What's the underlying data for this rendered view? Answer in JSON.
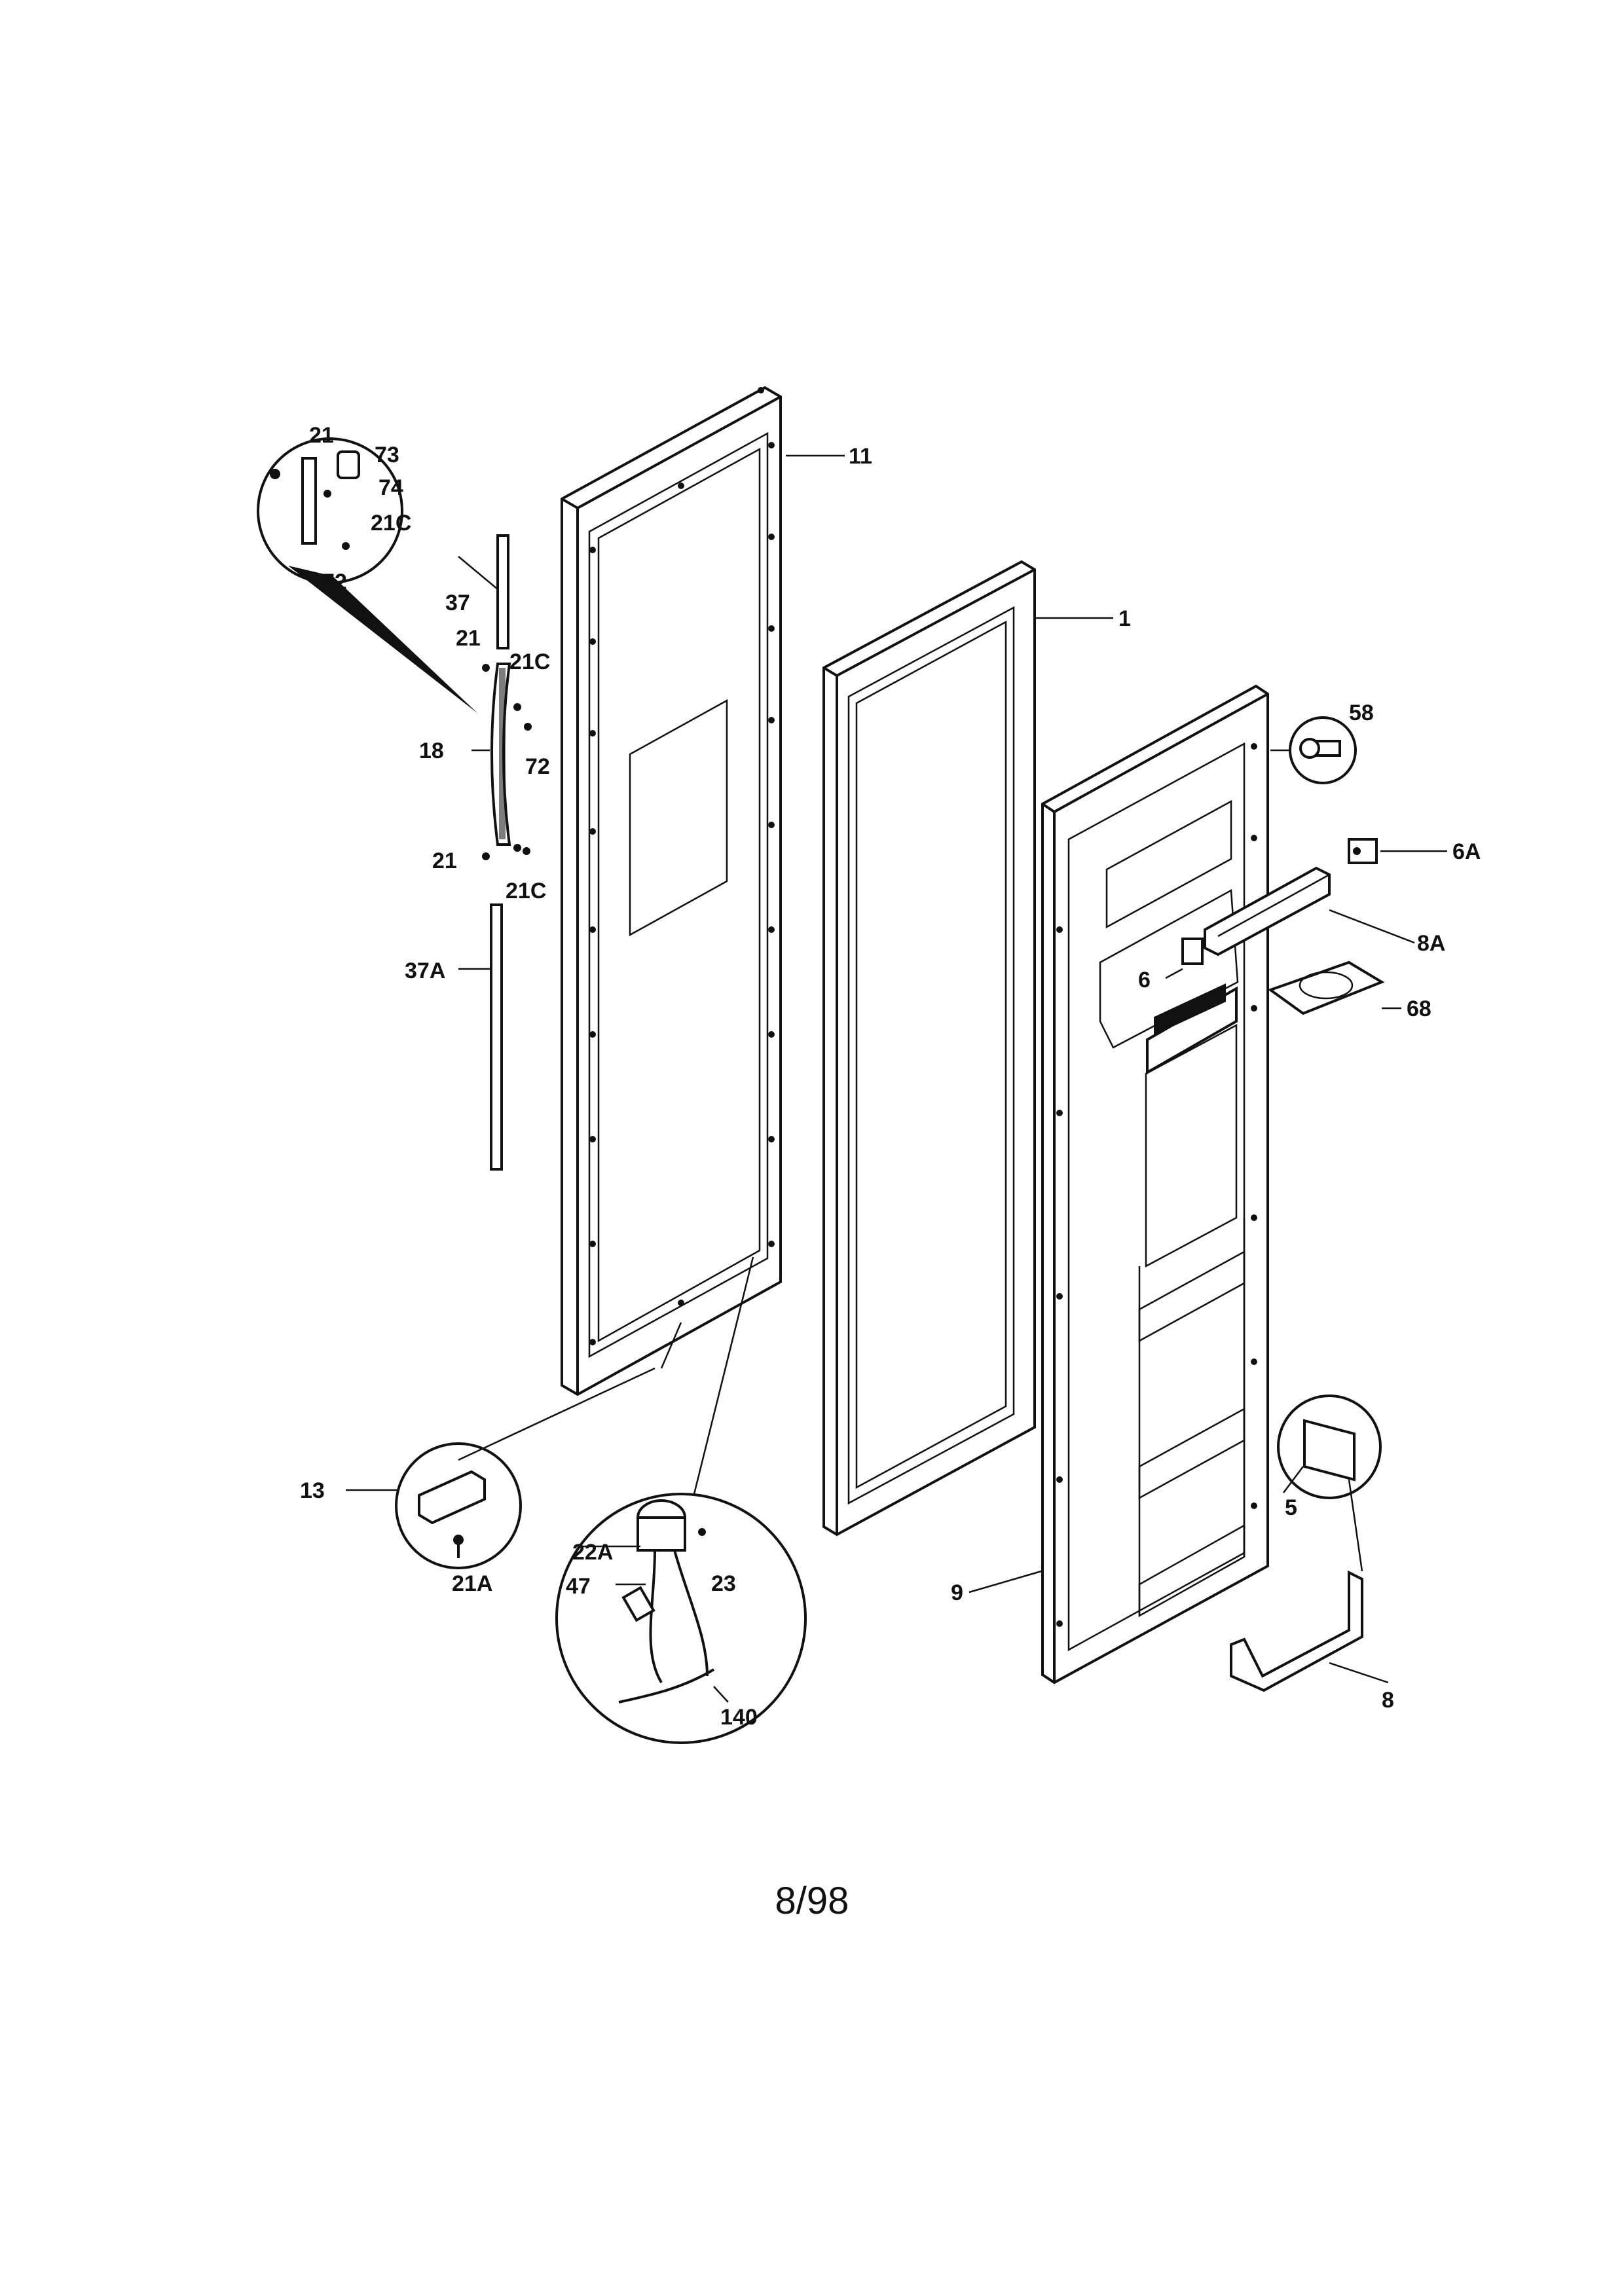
{
  "diagram": {
    "labels": {
      "l21_top": "21",
      "l73": "73",
      "l74": "74",
      "l21c_top": "21C",
      "l72_top": "72",
      "l11": "11",
      "l37": "37",
      "l21_mid": "21",
      "l21c_mid": "21C",
      "l18": "18",
      "l72_mid": "72",
      "l21_low": "21",
      "l21c_low": "21C",
      "l37a": "37A",
      "l1": "1",
      "l58": "58",
      "l6a": "6A",
      "l8a": "8A",
      "l6": "6",
      "l68": "68",
      "l13": "13",
      "l21a": "21A",
      "l22a": "22A",
      "l23": "23",
      "l47": "47",
      "l140": "140",
      "l9": "9",
      "l5": "5",
      "l8": "8"
    },
    "footer": "8/98"
  }
}
